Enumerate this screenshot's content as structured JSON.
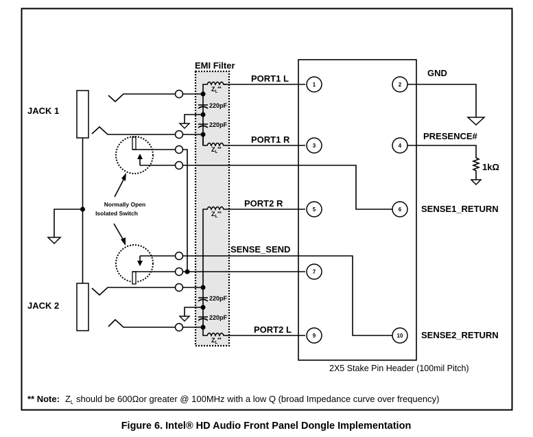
{
  "labels": {
    "emi_filter": "EMI Filter",
    "jack1": "JACK 1",
    "jack2": "JACK 2",
    "switch_note_line1": "Normally Open",
    "switch_note_line2": "Isolated Switch",
    "port1_l": "PORT1 L",
    "port1_r": "PORT1 R",
    "port2_r": "PORT2 R",
    "port2_l": "PORT2 L",
    "sense_send": "SENSE_SEND",
    "gnd": "GND",
    "presence": "PRESENCE#",
    "resistor": "1kΩ",
    "sense1_return": "SENSE1_RETURN",
    "sense2_return": "SENSE2_RETURN",
    "header": "2X5 Stake Pin Header (100mil Pitch)",
    "cap_value": "220pF",
    "zl": "Z",
    "zl_sub": "L",
    "zl_mark": "**"
  },
  "pins": [
    "1",
    "2",
    "3",
    "4",
    "5",
    "6",
    "7",
    "9",
    "10"
  ],
  "note": {
    "prefix": "** Note:",
    "z": "Z",
    "z_sub": "L",
    "text": " should be 600Ωor greater @ 100MHz with a low Q (broad Impedance curve over frequency)"
  },
  "caption": "Figure 6.  Intel® HD Audio Front Panel Dongle Implementation",
  "colors": {
    "filter_fill": "#e6e6e6",
    "line": "#000000"
  }
}
